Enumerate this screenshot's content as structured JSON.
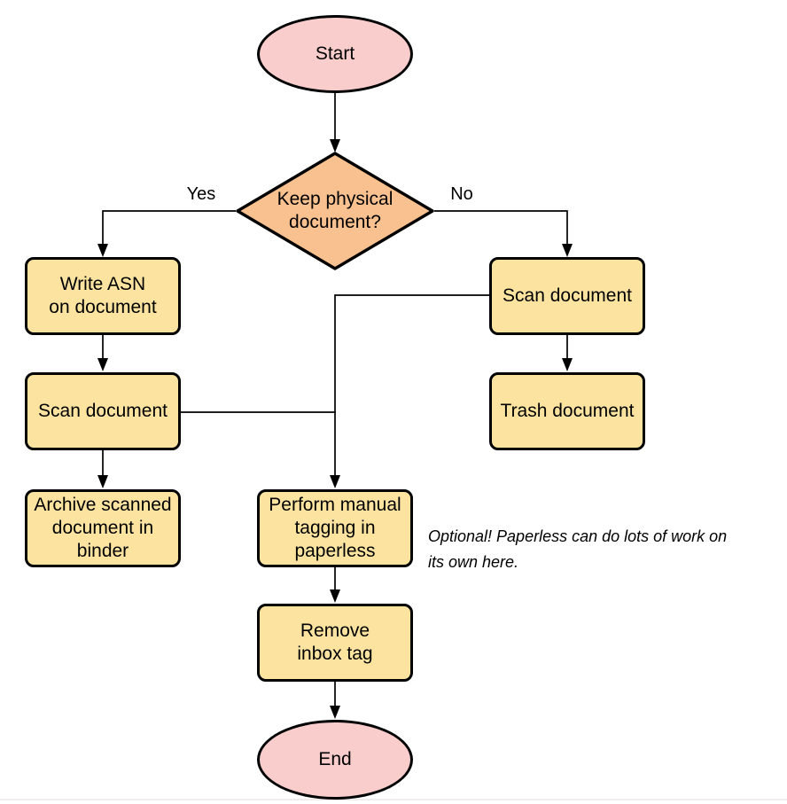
{
  "diagram": {
    "nodes": {
      "start": {
        "label": "Start",
        "shape": "ellipse"
      },
      "decision": {
        "label": "Keep physical\ndocument?",
        "shape": "diamond"
      },
      "write_asn": {
        "label": "Write ASN\non document",
        "shape": "rect"
      },
      "scan_left": {
        "label": "Scan document",
        "shape": "rect"
      },
      "archive": {
        "label": "Archive scanned\ndocument in\nbinder",
        "shape": "rect"
      },
      "scan_right": {
        "label": "Scan document",
        "shape": "rect"
      },
      "trash": {
        "label": "Trash document",
        "shape": "rect"
      },
      "perform_tagging": {
        "label": "Perform manual\ntagging in\npaperless",
        "shape": "rect"
      },
      "remove_inbox": {
        "label": "Remove\ninbox tag",
        "shape": "rect"
      },
      "end": {
        "label": "End",
        "shape": "ellipse"
      }
    },
    "edge_labels": {
      "yes": "Yes",
      "no": "No"
    },
    "edges": [
      {
        "from": "start",
        "to": "decision",
        "label": ""
      },
      {
        "from": "decision",
        "to": "write_asn",
        "label": "Yes"
      },
      {
        "from": "decision",
        "to": "scan_right",
        "label": "No"
      },
      {
        "from": "write_asn",
        "to": "scan_left",
        "label": ""
      },
      {
        "from": "scan_left",
        "to": "archive",
        "label": ""
      },
      {
        "from": "scan_left",
        "to": "perform_tagging",
        "label": ""
      },
      {
        "from": "scan_right",
        "to": "trash",
        "label": ""
      },
      {
        "from": "scan_right",
        "to": "perform_tagging",
        "label": ""
      },
      {
        "from": "perform_tagging",
        "to": "remove_inbox",
        "label": ""
      },
      {
        "from": "remove_inbox",
        "to": "end",
        "label": ""
      }
    ],
    "note": "Optional! Paperless can do lots of work on\nits own here.",
    "colors": {
      "terminator_fill": "#f8cdcc",
      "decision_fill": "#f9c18f",
      "process_fill": "#fce4a0",
      "stroke": "#000000"
    }
  }
}
